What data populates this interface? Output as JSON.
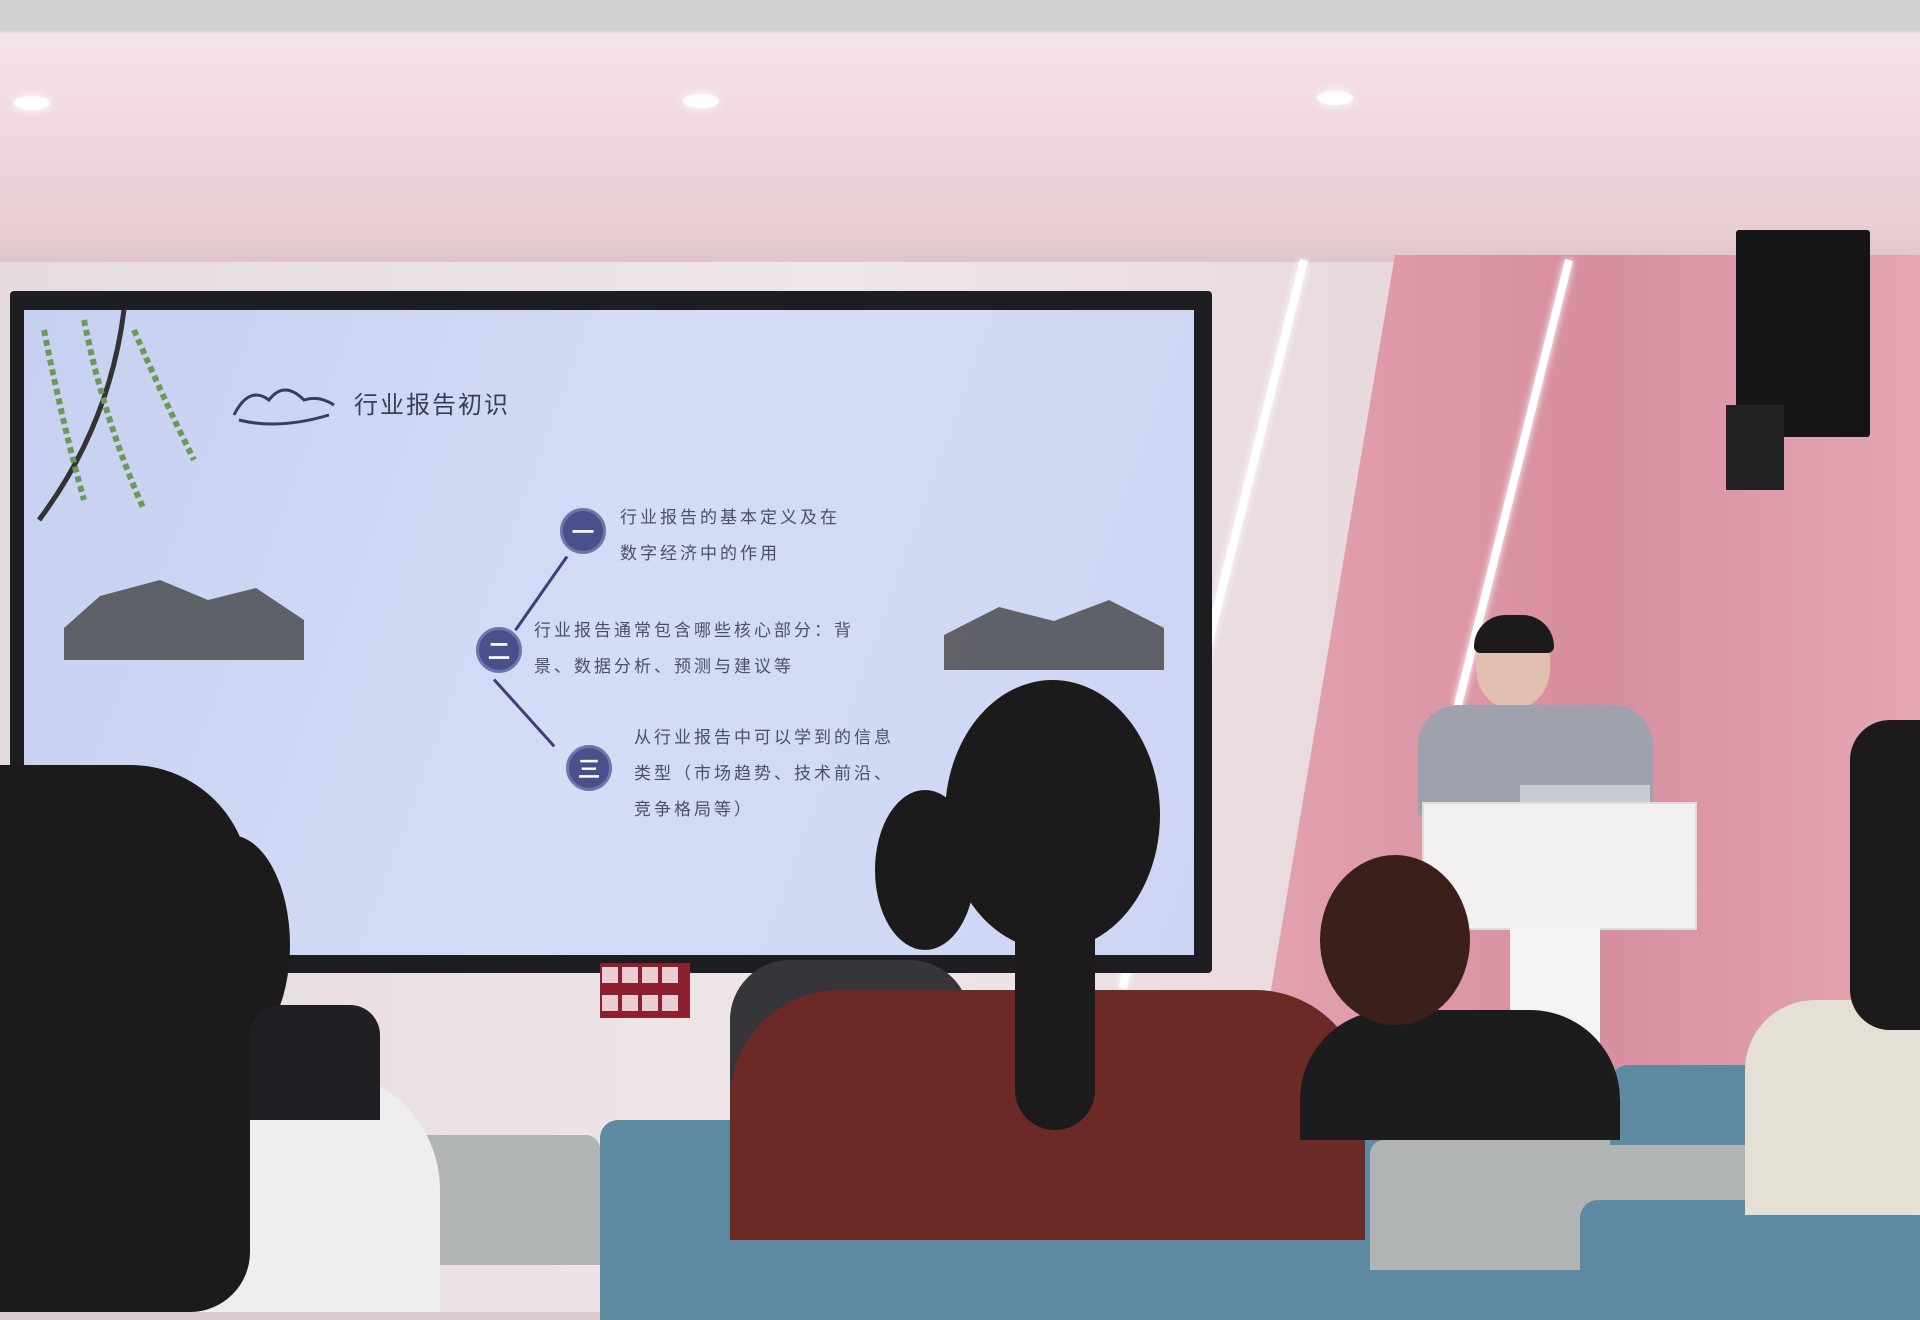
{
  "slide": {
    "title": "行业报告初识",
    "items": [
      {
        "marker": "一",
        "line1": "行业报告的基本定义及在",
        "line2": "数字经济中的作用",
        "line3": ""
      },
      {
        "marker": "二",
        "line1": "行业报告通常包含哪些核心部分：背",
        "line2": "景、数据分析、预测与建议等",
        "line3": ""
      },
      {
        "marker": "三",
        "line1": "从行业报告中可以学到的信息",
        "line2": "类型（市场趋势、技术前沿、",
        "line3": "竞争格局等）"
      }
    ]
  },
  "colors": {
    "slide_bg": "#cdd5f3",
    "marker": "#49508a",
    "wall_pink": "#d78e9f"
  }
}
